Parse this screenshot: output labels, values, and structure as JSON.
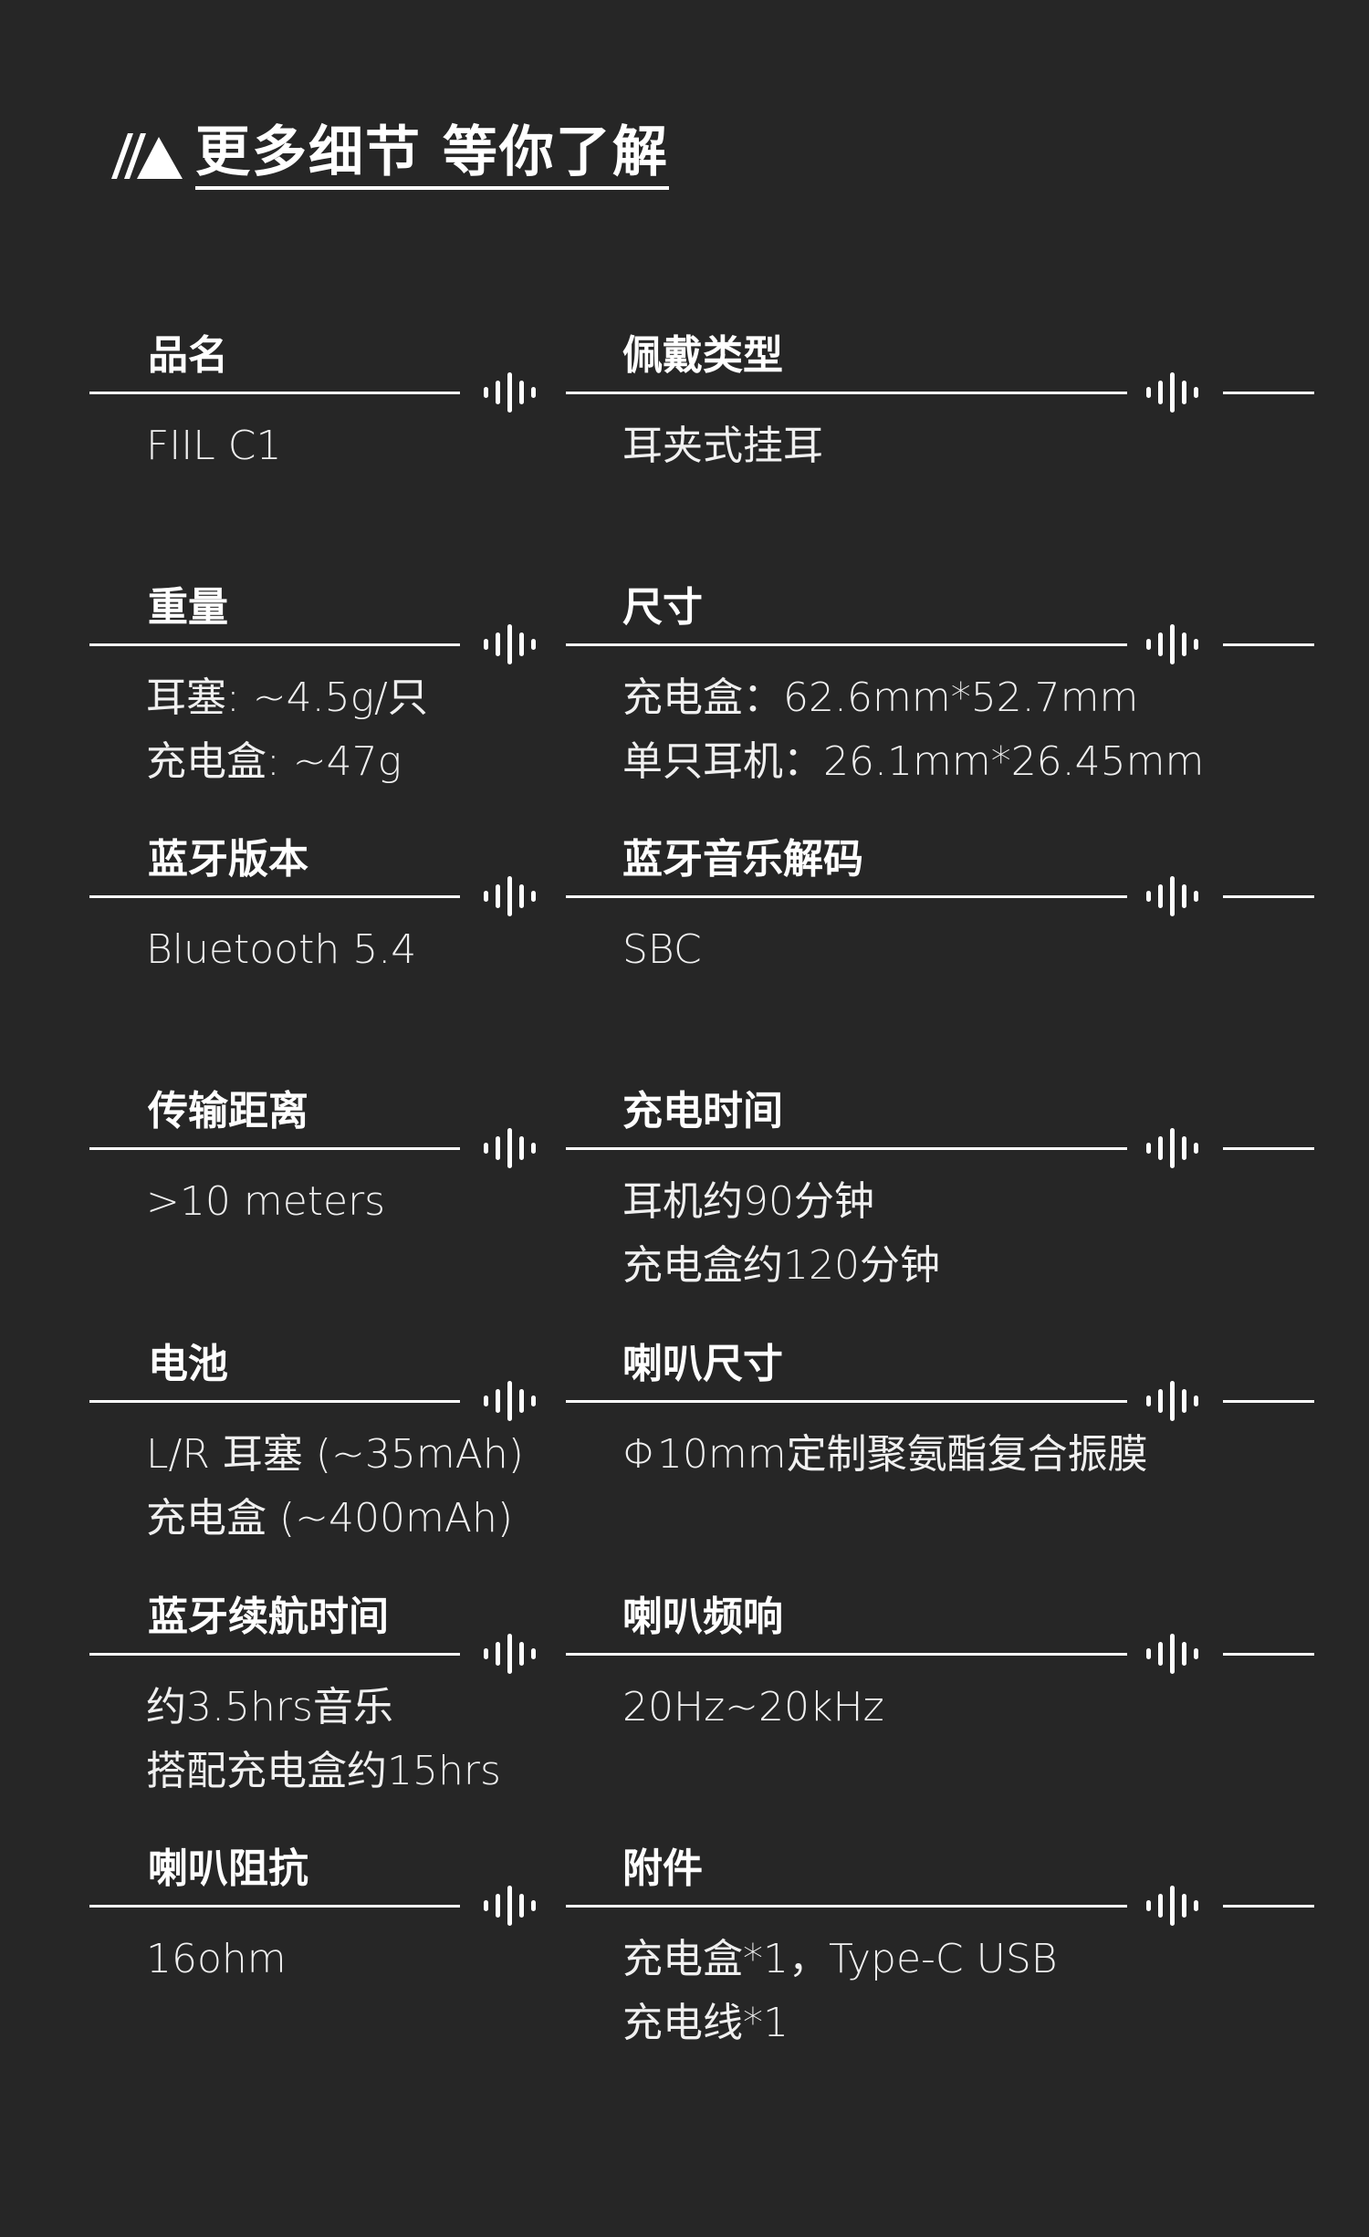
{
  "header": {
    "title": "更多细节 等你了解",
    "logo_icon": "slash-triangle-logo"
  },
  "specs": [
    {
      "label": "品名",
      "lines": [
        "FIIL C1"
      ]
    },
    {
      "label": "佩戴类型",
      "lines": [
        "耳夹式挂耳"
      ]
    },
    {
      "label": "重量",
      "lines": [
        "耳塞: ~4.5g/只",
        "充电盒: ~47g"
      ]
    },
    {
      "label": "尺寸",
      "lines": [
        "充电盒：62.6mm*52.7mm",
        "单只耳机：26.1mm*26.45mm"
      ]
    },
    {
      "label": "蓝牙版本",
      "lines": [
        "Bluetooth 5.4"
      ]
    },
    {
      "label": "蓝牙音乐解码",
      "lines": [
        "SBC"
      ]
    },
    {
      "label": "传输距离",
      "lines": [
        ">10 meters"
      ]
    },
    {
      "label": "充电时间",
      "lines": [
        "耳机约90分钟",
        "充电盒约120分钟"
      ]
    },
    {
      "label": "电池",
      "lines": [
        "L/R 耳塞 (~35mAh)",
        "充电盒 (~400mAh)"
      ]
    },
    {
      "label": "喇叭尺寸",
      "lines": [
        "Φ10mm定制聚氨酯复合振膜"
      ]
    },
    {
      "label": "蓝牙续航时间",
      "lines": [
        "约3.5hrs音乐",
        "搭配充电盒约15hrs"
      ]
    },
    {
      "label": "喇叭频响",
      "lines": [
        "20Hz~20kHz"
      ]
    },
    {
      "label": "喇叭阻抗",
      "lines": [
        "16ohm"
      ]
    },
    {
      "label": "附件",
      "lines": [
        "充电盒*1，Type-C USB",
        "充电线*1"
      ]
    }
  ],
  "colors": {
    "background": "#262626",
    "foreground": "#ffffff"
  }
}
